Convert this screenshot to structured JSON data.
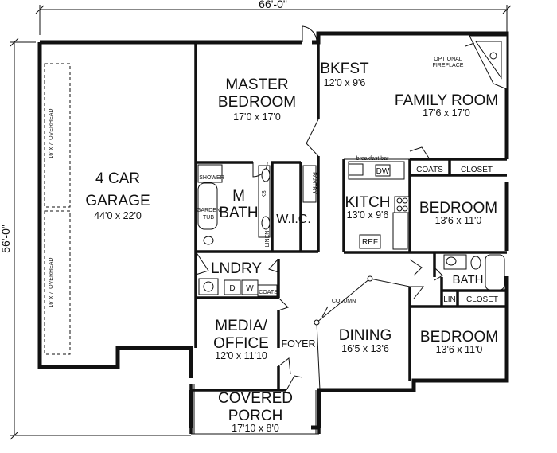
{
  "dimensions": {
    "width": "66'-0\"",
    "depth": "56'-0\""
  },
  "rooms": {
    "garage": {
      "name1": "4 CAR",
      "name2": "GARAGE",
      "size": "44'0 x 22'0"
    },
    "overhead_door_label": "16' x 7' OVERHEAD",
    "master_bedroom": {
      "name1": "MASTER",
      "name2": "BEDROOM",
      "size": "17'0 x 17'0"
    },
    "bkfst": {
      "name": "BKFST",
      "size": "12'0 x 9'6"
    },
    "family_room": {
      "name": "FAMILY ROOM",
      "size": "17'6 x 17'0"
    },
    "optional_fireplace": {
      "line1": "OPTIONAL",
      "line2": "FIREPLACE"
    },
    "m_bath": {
      "name1": "M",
      "name2": "BATH"
    },
    "shower": "SHOWER",
    "garden_tub": {
      "line1": "GARDEN",
      "line2": "TUB"
    },
    "ks": "KS",
    "linen": "LINEN",
    "wic": "W.I.C.",
    "pantry": "PANTRY",
    "kitchen": {
      "name": "KITCH",
      "size": "13'0 x 9'6",
      "breakfast_bar": "breakfast bar",
      "dw": "DW",
      "ref": "REF"
    },
    "coats_1": "COATS",
    "closet_1": "CLOSET",
    "bedroom_1": {
      "name": "BEDROOM",
      "size": "13'6 x 11'0"
    },
    "bath": "BATH",
    "lin": "LIN",
    "closet_2": "CLOSET",
    "bedroom_2": {
      "name": "BEDROOM",
      "size": "13'6 x 11'0"
    },
    "lndry": {
      "name": "LNDRY",
      "d": "D",
      "w": "W",
      "coats": "COATS"
    },
    "media_office": {
      "name1": "MEDIA/",
      "name2": "OFFICE",
      "size": "12'0 x 11'10"
    },
    "foyer": "FOYER",
    "column": "COLUMN",
    "dining": {
      "name": "DINING",
      "size": "16'5 x 13'6"
    },
    "covered_porch": {
      "name1": "COVERED",
      "name2": "PORCH",
      "size": "17'10 x 8'0"
    }
  }
}
